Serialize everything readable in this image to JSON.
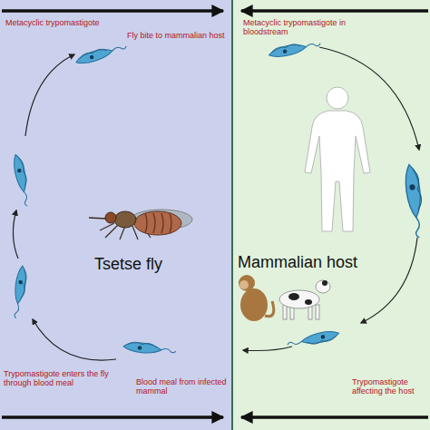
{
  "diagram": {
    "nodes": [
      {
        "text": [
          "Tsetse fly"
        ]
      },
      {
        "text": [
          "Mammalian host"
        ]
      }
    ],
    "labels": [
      "Metacyclic trypomastigote",
      "Fly bite to mammalian host",
      "Metacyclic trypomastigote in bloodstream",
      "Trypomastigote enters the fly through blood meal",
      "Blood meal from infected mammal",
      "Trypomastigote affecting the host"
    ]
  }
}
